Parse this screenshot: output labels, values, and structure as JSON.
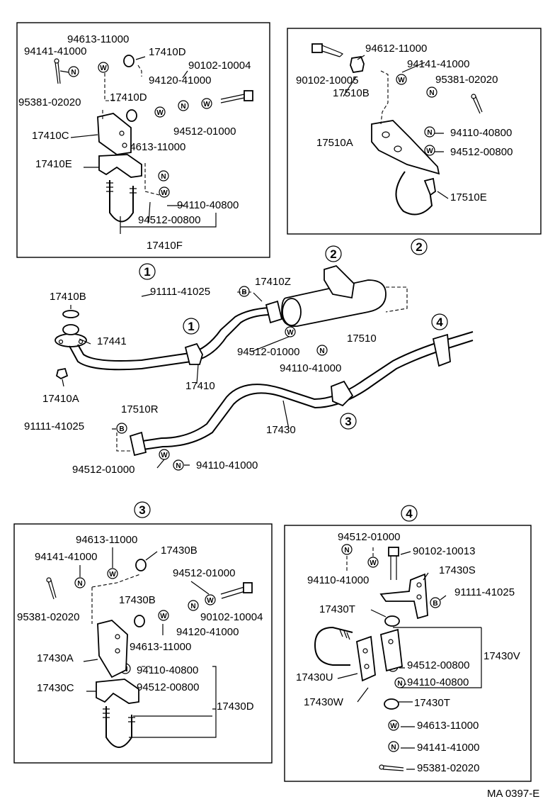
{
  "footer_code": "MA 0397-E",
  "callouts": [
    "1",
    "2",
    "3",
    "4"
  ],
  "parts": {
    "p94613_11000": "94613-11000",
    "p94141_41000": "94141-41000",
    "p17410D": "17410D",
    "p90102_10004": "90102-10004",
    "p94120_41000": "94120-41000",
    "p95381_02020": "95381-02020",
    "p17410C": "17410C",
    "p94512_01000": "94512-01000",
    "p17410E": "17410E",
    "p94110_40800": "94110-40800",
    "p94512_00800": "94512-00800",
    "p17410F": "17410F",
    "p94612_11000": "94612-11000",
    "p90102_10005": "90102-10005",
    "p17510B": "17510B",
    "p17510A": "17510A",
    "p17510E": "17510E",
    "p91111_41025": "91111-41025",
    "p17410Z": "17410Z",
    "p17410B": "17410B",
    "p17441": "17441",
    "p17510": "17510",
    "p94110_41000": "94110-41000",
    "p17410": "17410",
    "p17410A": "17410A",
    "p17510R": "17510R",
    "p17430": "17430",
    "p17430B": "17430B",
    "p17430A": "17430A",
    "p17430C": "17430C",
    "p17430D": "17430D",
    "p90102_10013": "90102-10013",
    "p17430S": "17430S",
    "p17430T": "17430T",
    "p17430V": "17430V",
    "p17430U": "17430U",
    "p17430W": "17430W"
  },
  "symbols": {
    "washer": "W",
    "nut": "N",
    "bolt": "B"
  }
}
